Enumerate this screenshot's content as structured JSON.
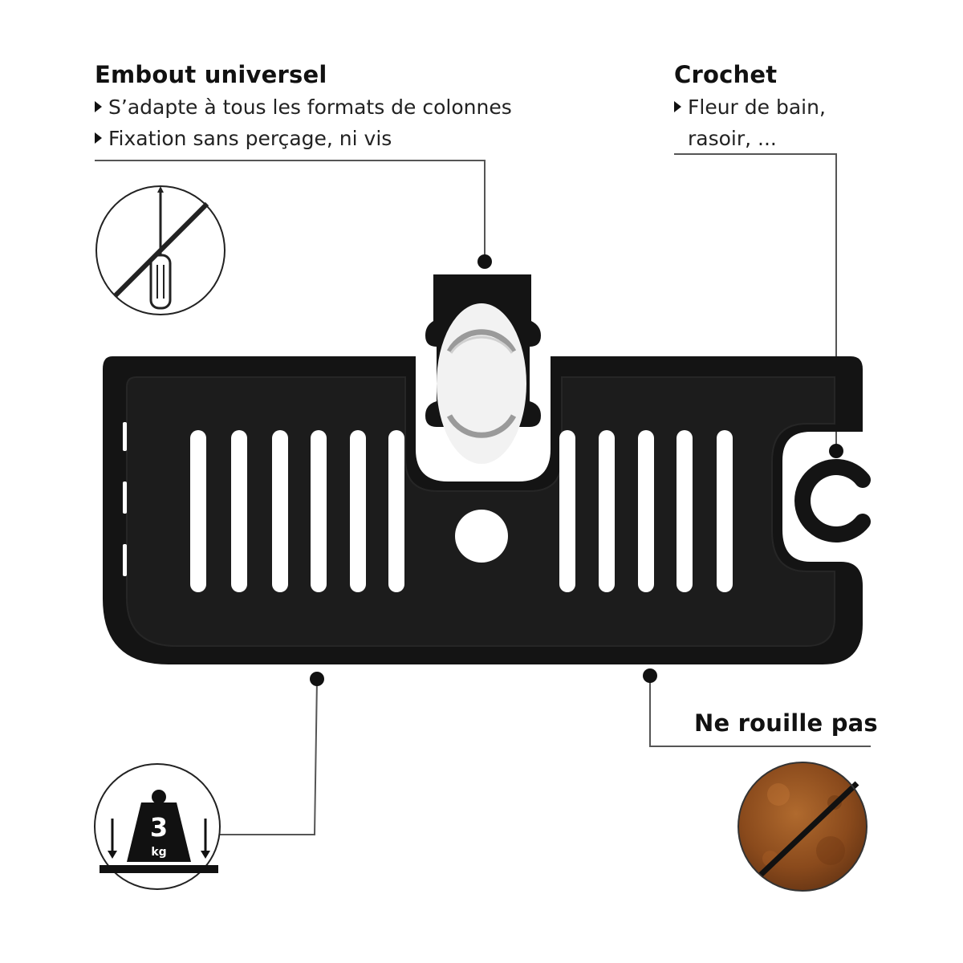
{
  "embout": {
    "title": "Embout universel",
    "bullets": [
      "S’adapte à tous les formats de colonnes",
      "Fixation sans perçage, ni vis"
    ]
  },
  "crochet": {
    "title": "Crochet",
    "bullet_line1": "Fleur de bain,",
    "bullet_line2": "rasoir, ..."
  },
  "rouille": {
    "title": "Ne rouille pas"
  },
  "weight_badge": {
    "number": "3",
    "unit": "kg"
  },
  "icons": {
    "no_drill": "screwdriver-crossed-icon",
    "weight": "weight-3kg-icon",
    "no_rust": "rust-crossed-icon"
  },
  "colors": {
    "product": "#141414",
    "rust": "#8a4a1c",
    "leader_line": "#555555"
  }
}
